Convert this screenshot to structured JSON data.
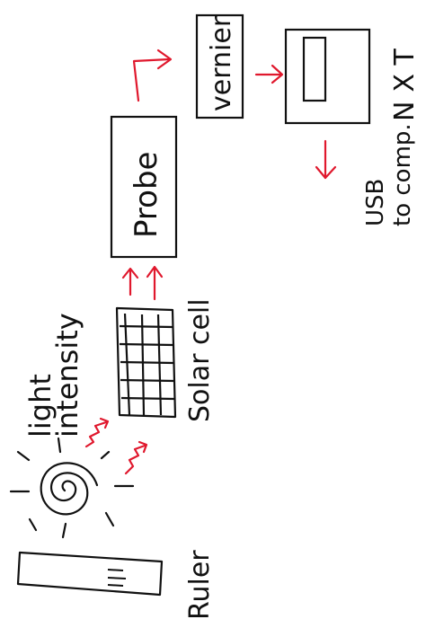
{
  "labels": {
    "ruler": "Ruler",
    "light_line1": "light",
    "light_line2": "intensity",
    "solar_cell": "Solar cell",
    "probe": "Probe",
    "vernier": "vernier",
    "nxt": "NXT",
    "usb_line1": "USB",
    "usb_line2": "to comp."
  },
  "colors": {
    "ink": "#111111",
    "arrow": "#e0182d"
  },
  "icons": {
    "sun": "spiral-sun-icon",
    "light_rays": "wavy-arrow-icon",
    "solar_grid": "grid-icon"
  }
}
